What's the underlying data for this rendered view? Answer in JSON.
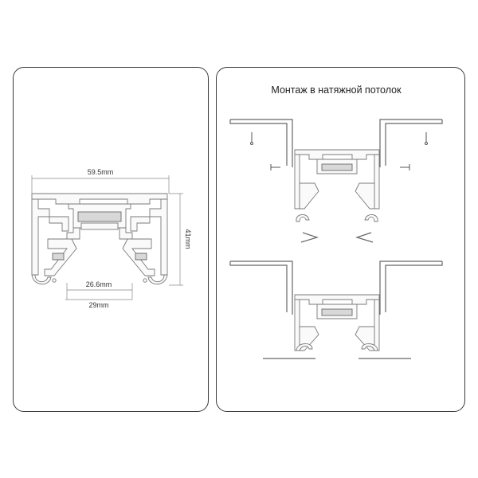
{
  "left_panel": {
    "dimensions": {
      "width_top": "59.5mm",
      "height": "41mm",
      "inner_width": "26.6mm",
      "bottom_width": "29mm"
    }
  },
  "right_panel": {
    "title": "Монтаж в натяжной потолок"
  }
}
